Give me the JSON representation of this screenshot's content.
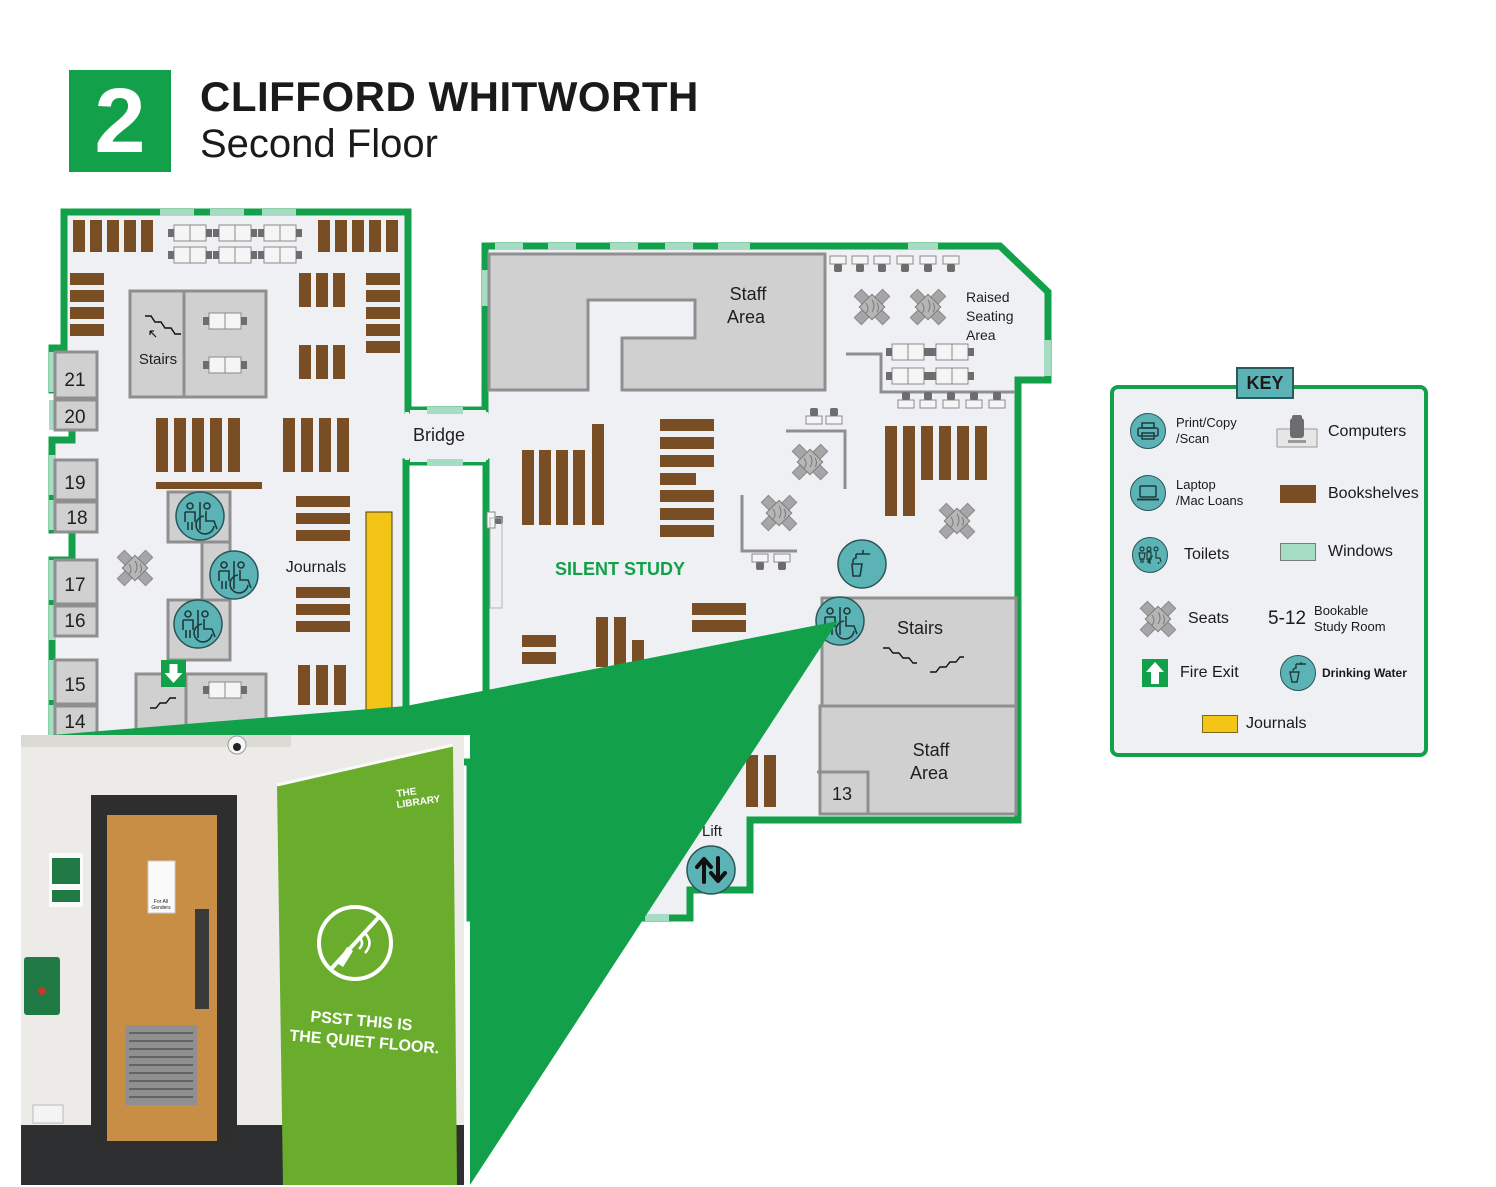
{
  "header": {
    "floor_number": "2",
    "building_name": "CLIFFORD WHITWORTH",
    "floor_name": "Second Floor"
  },
  "colors": {
    "brand_green": "#13a04a",
    "floor": "#eff0f3",
    "room_grey": "#d0d0d0",
    "bookshelf": "#7a4e24",
    "window": "#a6dcc4",
    "journals": "#f2c516",
    "teal_icon": "#5cb3b6"
  },
  "map": {
    "labels": {
      "stairs_west": "Stairs",
      "bridge": "Bridge",
      "journals": "Journals",
      "staff_area_north": "Staff\nArea",
      "raised_seating": [
        "Raised",
        "Seating",
        "Area"
      ],
      "silent_study": "SILENT STUDY",
      "stairs_east": "Stairs",
      "staff_area_south": [
        "Staff",
        "Area"
      ],
      "lift": "Lift"
    },
    "study_rooms": [
      "21",
      "20",
      "19",
      "18",
      "17",
      "16",
      "15",
      "14",
      "13"
    ]
  },
  "key": {
    "title": "KEY",
    "items": [
      {
        "icon": "printer-icon",
        "label_line1": "Print/Copy",
        "label_line2": "/Scan"
      },
      {
        "icon": "computer-icon",
        "label": "Computers"
      },
      {
        "icon": "laptop-icon",
        "label_line1": "Laptop",
        "label_line2": "/Mac Loans"
      },
      {
        "icon": "bookshelf-swatch",
        "label": "Bookshelves"
      },
      {
        "icon": "toilets-icon",
        "label": "Toilets"
      },
      {
        "icon": "window-swatch",
        "label": "Windows"
      },
      {
        "icon": "seats-icon",
        "label": "Seats"
      },
      {
        "icon": "study-room-number",
        "number": "5-12",
        "label_line1": "Bookable",
        "label_line2": "Study Room"
      },
      {
        "icon": "fire-exit-icon",
        "label": "Fire Exit"
      },
      {
        "icon": "drinking-water-icon",
        "label": "Drinking Water"
      },
      {
        "icon": "journals-swatch",
        "label": "Journals"
      }
    ]
  },
  "photo": {
    "banner_brand": [
      "THE",
      "LIBRARY"
    ],
    "banner_text": [
      "PSST THIS IS",
      "THE QUIET FLOOR."
    ],
    "door_sign": [
      "For All",
      "Genders"
    ]
  }
}
